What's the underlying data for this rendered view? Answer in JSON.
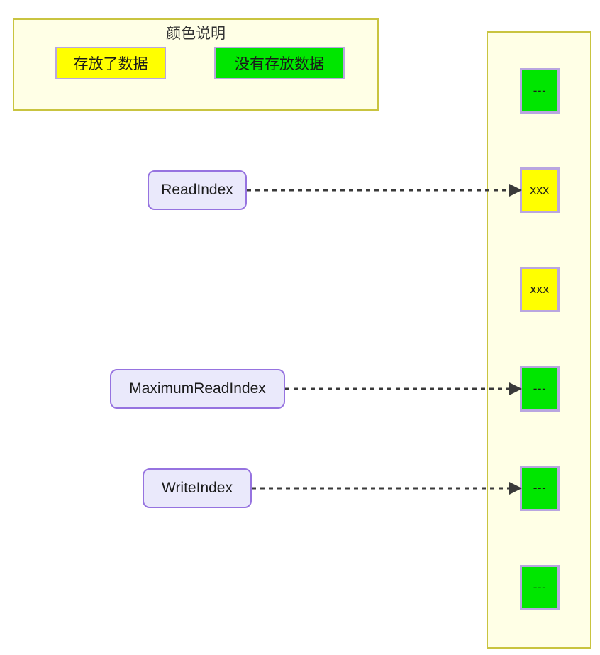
{
  "legend": {
    "title": "颜色说明",
    "items": [
      {
        "label": "存放了数据",
        "color": "#ffff00",
        "meaning": "used"
      },
      {
        "label": "没有存放数据",
        "color": "#00e600",
        "meaning": "free"
      }
    ]
  },
  "buffer": {
    "cells": [
      {
        "index": 0,
        "text": "---",
        "state": "free",
        "color": "#00e600"
      },
      {
        "index": 1,
        "text": "xxx",
        "state": "used",
        "color": "#ffff00"
      },
      {
        "index": 2,
        "text": "xxx",
        "state": "used",
        "color": "#ffff00"
      },
      {
        "index": 3,
        "text": "---",
        "state": "free",
        "color": "#00e600"
      },
      {
        "index": 4,
        "text": "---",
        "state": "free",
        "color": "#00e600"
      },
      {
        "index": 5,
        "text": "---",
        "state": "free",
        "color": "#00e600"
      }
    ]
  },
  "pointers": [
    {
      "label": "ReadIndex",
      "target_cell": 1
    },
    {
      "label": "MaximumReadIndex",
      "target_cell": 3
    },
    {
      "label": "WriteIndex",
      "target_cell": 4
    }
  ],
  "colors": {
    "panel_fill": "#ffffe6",
    "panel_border": "#c9c440",
    "cell_border": "#b9a6e0",
    "pointer_fill": "#eae9fb",
    "pointer_border": "#9673e0",
    "arrow": "#3a3a3a"
  }
}
